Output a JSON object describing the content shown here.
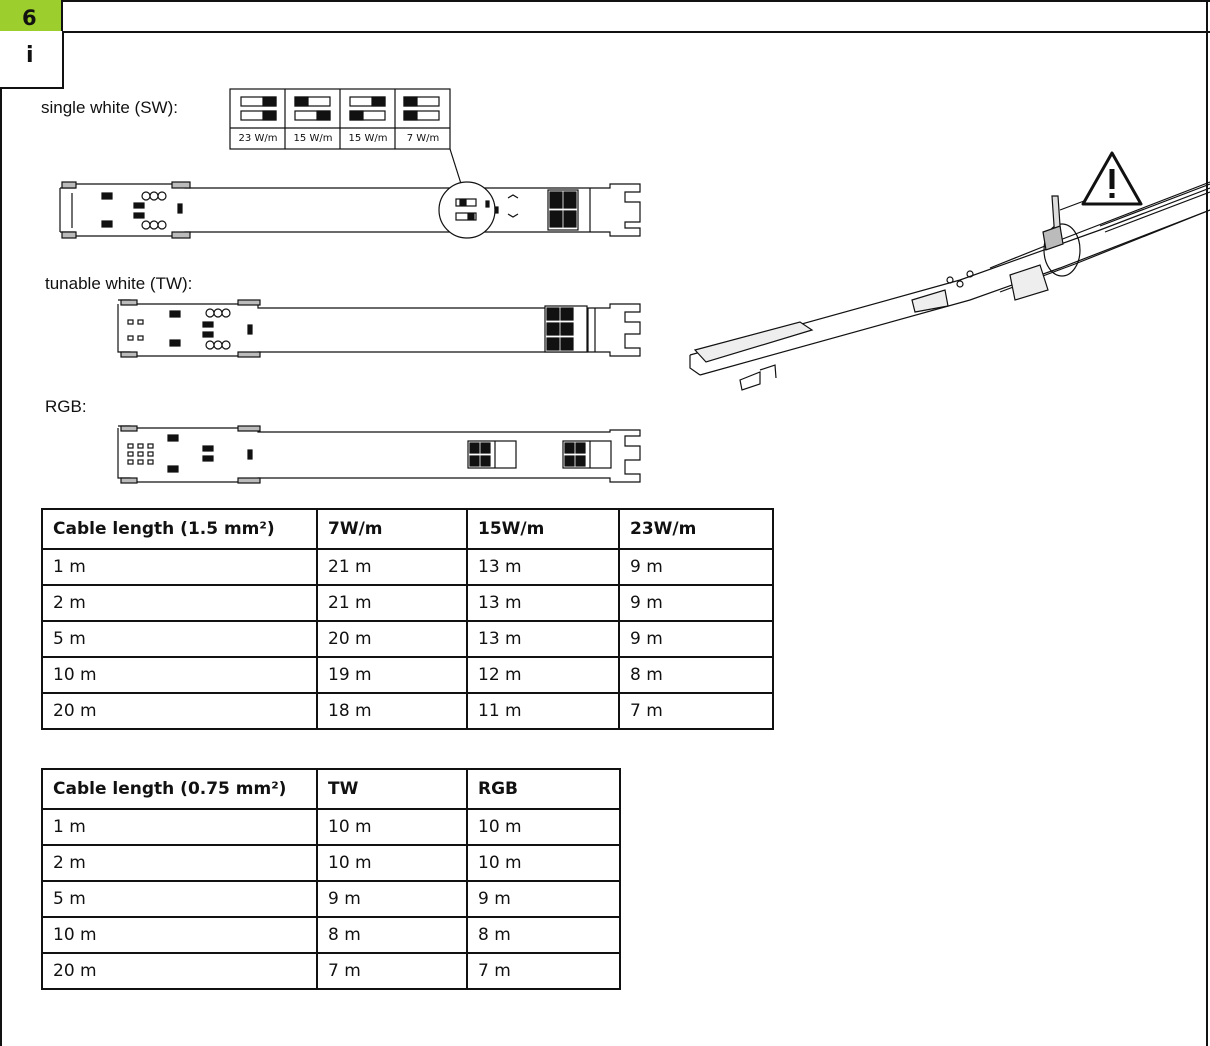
{
  "step_number": "6",
  "info_icon": "i",
  "warning_icon": "warning-triangle-icon",
  "accent_color": "#9ccf2d",
  "labels": {
    "sw": "single white (SW):",
    "tw": "tunable white (TW):",
    "rgb": "RGB:"
  },
  "switch_settings": [
    "23 W/m",
    "15 W/m",
    "15 W/m",
    "7 W/m"
  ],
  "table1": {
    "headers": [
      "Cable length (1.5 mm²)",
      "7W/m",
      "15W/m",
      "23W/m"
    ],
    "rows": [
      [
        "1 m",
        "21 m",
        "13 m",
        "9 m"
      ],
      [
        "2 m",
        "21 m",
        "13 m",
        "9 m"
      ],
      [
        "5 m",
        "20 m",
        "13 m",
        "9 m"
      ],
      [
        "10 m",
        "19 m",
        "12 m",
        "8 m"
      ],
      [
        "20 m",
        "18 m",
        "11 m",
        "7 m"
      ]
    ]
  },
  "table2": {
    "headers": [
      "Cable length (0.75 mm²)",
      "TW",
      "RGB"
    ],
    "rows": [
      [
        "1 m",
        "10 m",
        "10 m"
      ],
      [
        "2 m",
        "10 m",
        "10 m"
      ],
      [
        "5 m",
        "9 m",
        "9 m"
      ],
      [
        "10 m",
        "8 m",
        "8 m"
      ],
      [
        "20 m",
        "7 m",
        "7 m"
      ]
    ]
  }
}
